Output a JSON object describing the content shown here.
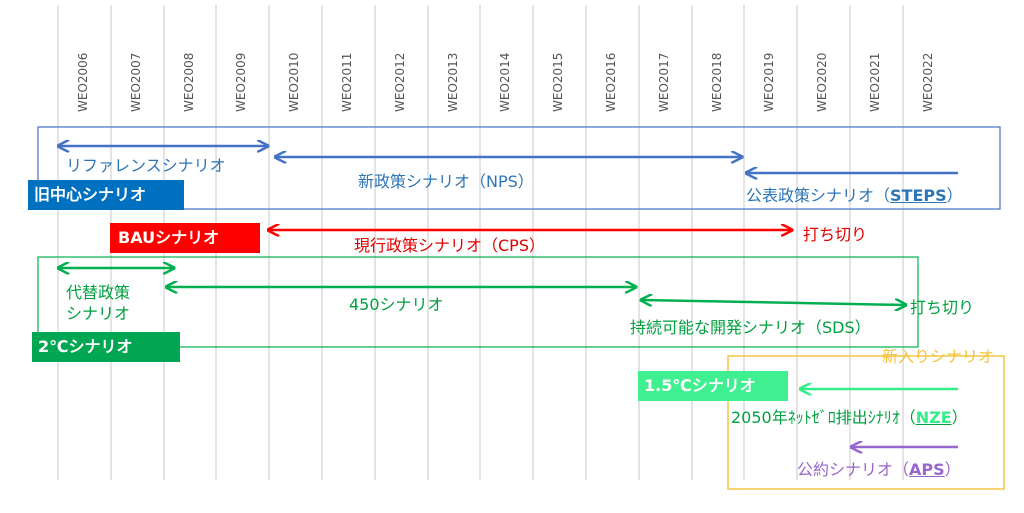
{
  "years": [
    "WEO2006",
    "WEO2007",
    "WEO2008",
    "WEO2009",
    "WEO2010",
    "WEO2011",
    "WEO2012",
    "WEO2013",
    "WEO2014",
    "WEO2015",
    "WEO2016",
    "WEO2017",
    "WEO2018",
    "WEO2019",
    "WEO2020",
    "WEO2021",
    "WEO2022"
  ],
  "colors": {
    "blue": "#4472c4",
    "blue_text": "#2e75b6",
    "blue_box": "#0070c0",
    "red": "#ff0000",
    "red_text": "#e00000",
    "green": "#00b050",
    "green_text": "#00a040",
    "green_box": "#00a651",
    "mint": "#33ee88",
    "mint_box": "#40f090",
    "purple": "#9966cc",
    "yellow": "#f4c542"
  },
  "groups": {
    "old_center": {
      "reference": "リファレンスシナリオ",
      "nps": "新政策シナリオ（NPS）",
      "steps_prefix": "公表政策シナリオ（",
      "steps_abbr": "STEPS",
      "steps_suffix": "）",
      "box_label": "旧中心シナリオ"
    },
    "bau": {
      "box_label": "BAUシナリオ",
      "cps": "現行政策シナリオ（CPS）",
      "end_label": "打ち切り"
    },
    "two_degree": {
      "alternative_line1": "代替政策",
      "alternative_line2": "シナリオ",
      "s450": "450シナリオ",
      "sds": "持続可能な開発シナリオ（SDS）",
      "end_label": "打ち切り",
      "box_label": "2℃シナリオ"
    },
    "new": {
      "title": "新入りシナリオ",
      "box_label": "1.5℃シナリオ",
      "nze_prefix": "2050年ﾈｯﾄｾﾞﾛ排出ｼﾅﾘｵ（",
      "nze_abbr": "NZE",
      "nze_suffix": "）",
      "aps_prefix": "公約シナリオ（",
      "aps_abbr": "APS",
      "aps_suffix": "）"
    }
  }
}
